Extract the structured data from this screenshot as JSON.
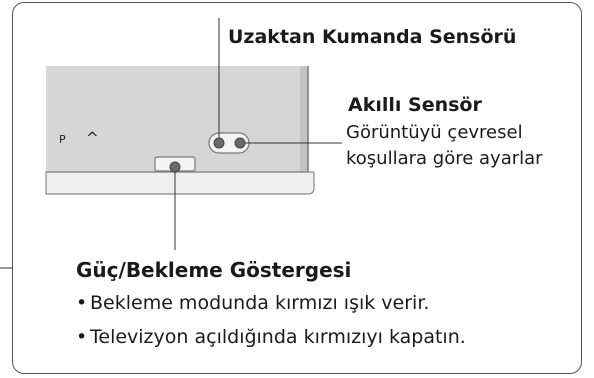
{
  "callouts": {
    "remote_sensor": {
      "title": "Uzaktan Kumanda Sensörü"
    },
    "smart_sensor": {
      "title": "Akıllı Sensör",
      "description_lines": [
        "Görüntüyü çevresel",
        "koşullara göre ayarlar"
      ]
    },
    "power_indicator": {
      "title": "Güç/Bekleme Göstergesi",
      "bullets": [
        "Bekleme modunda kırmızı ışık verir.",
        "Televizyon açıldığında kırmızıyı kapatın."
      ],
      "bullet_symbol": "•"
    }
  },
  "tv_panel": {
    "button_labels": {
      "power": "P",
      "up": "^"
    }
  },
  "colors": {
    "panel_fill": "#d6d6d6",
    "bezel_fill": "#ececec",
    "sensor_dot": "#6b6b6b",
    "frame_stroke": "#555555"
  }
}
